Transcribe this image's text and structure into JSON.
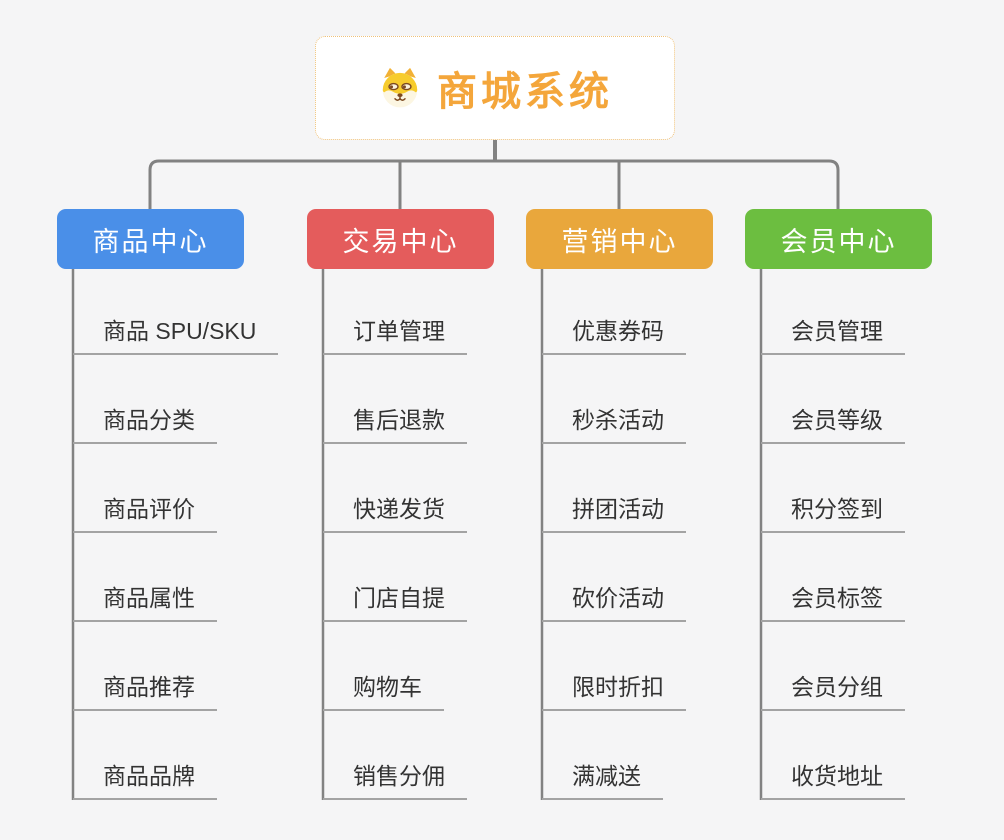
{
  "page": {
    "background": "#f5f5f6",
    "connector_color": "#828282",
    "underline_color": "#a3a3a3",
    "leaf_text_color": "#333333"
  },
  "root": {
    "title": "商城系统",
    "icon": "shiba-dog-icon",
    "text_color": "#F4A63B",
    "border_color": "#EFC27B"
  },
  "branches": [
    {
      "label": "商品中心",
      "color": "#4A8FE8",
      "children": [
        "商品 SPU/SKU",
        "商品分类",
        "商品评价",
        "商品属性",
        "商品推荐",
        "商品品牌"
      ]
    },
    {
      "label": "交易中心",
      "color": "#E45C5C",
      "children": [
        "订单管理",
        "售后退款",
        "快递发货",
        "门店自提",
        "购物车",
        "销售分佣"
      ]
    },
    {
      "label": "营销中心",
      "color": "#E9A73C",
      "children": [
        "优惠券码",
        "秒杀活动",
        "拼团活动",
        "砍价活动",
        "限时折扣",
        "满减送"
      ]
    },
    {
      "label": "会员中心",
      "color": "#6CBE40",
      "children": [
        "会员管理",
        "会员等级",
        "积分签到",
        "会员标签",
        "会员分组",
        "收货地址"
      ]
    }
  ]
}
